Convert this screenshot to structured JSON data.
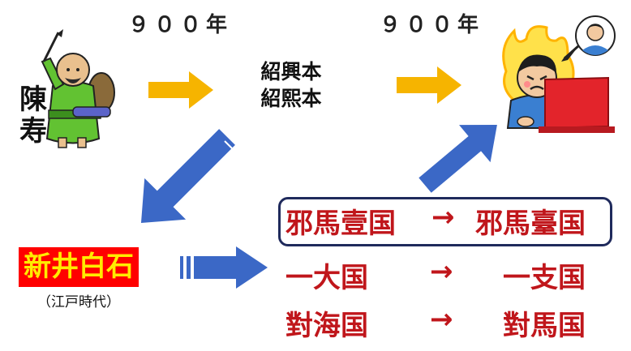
{
  "timeline": {
    "gap_left": "９００年",
    "gap_right": "９００年"
  },
  "chenshou": {
    "label": "陳寿"
  },
  "editions": {
    "line1": "紹興本",
    "line2": "紹熙本"
  },
  "arai": {
    "name": "新井白石",
    "era": "（江戸時代）"
  },
  "corrections": [
    {
      "from": "邪馬壹国",
      "arrow": "→",
      "to": "邪馬臺国"
    },
    {
      "from": "一大国",
      "arrow": "→",
      "to": "一支国"
    },
    {
      "from": "對海国",
      "arrow": "→",
      "to": "對馬国"
    }
  ],
  "colors": {
    "orange_arrow": "#f6b400",
    "blue_arrow": "#3b68c6",
    "box_border": "#1f2a5c",
    "correction_text": "#c0161b",
    "arai_bg": "#ff0000",
    "arai_text": "#ffeb00"
  }
}
